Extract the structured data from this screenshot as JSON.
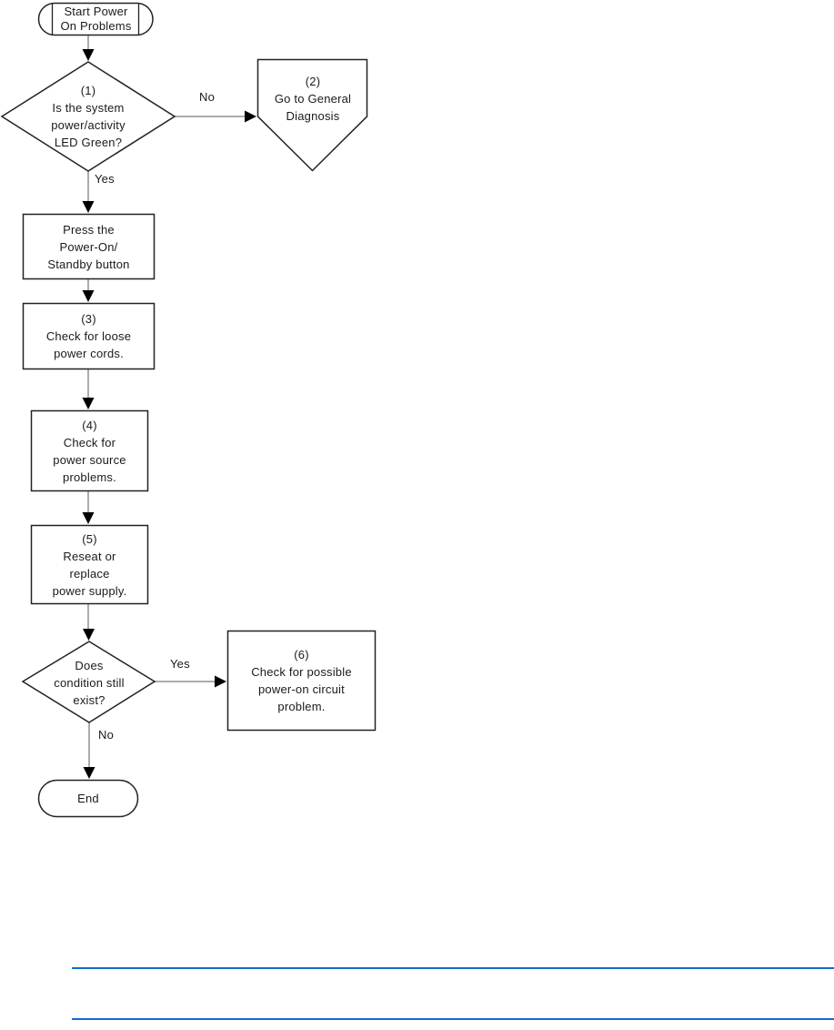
{
  "colors": {
    "connector_gray": "#8f8f8f",
    "shape_border": "#222222",
    "arrowhead_black": "#000000",
    "text_black": "#1a1a1a",
    "rule_blue": "#0d6ec9",
    "background": "#ffffff"
  },
  "flowchart": {
    "title": "Power On Problems flowchart",
    "nodes": {
      "start": "Start Power\nOn Problems",
      "decision1": "(1)\nIs the system\npower/activity\nLED Green?",
      "offpage": "(2)\nGo to General\nDiagnosis",
      "press": "Press the\nPower-On/\nStandby button",
      "step3": "(3)\nCheck for loose\npower cords.",
      "step4": "(4)\nCheck for\npower source\nproblems.",
      "step5": "(5)\nReseat or\nreplace\npower supply.",
      "decision2": "Does\ncondition still\nexist?",
      "step6": "(6)\nCheck for possible\npower-on circuit\nproblem.",
      "end": "End"
    },
    "edge_labels": {
      "no1": "No",
      "yes1": "Yes",
      "yes2": "Yes",
      "no2": "No"
    }
  }
}
